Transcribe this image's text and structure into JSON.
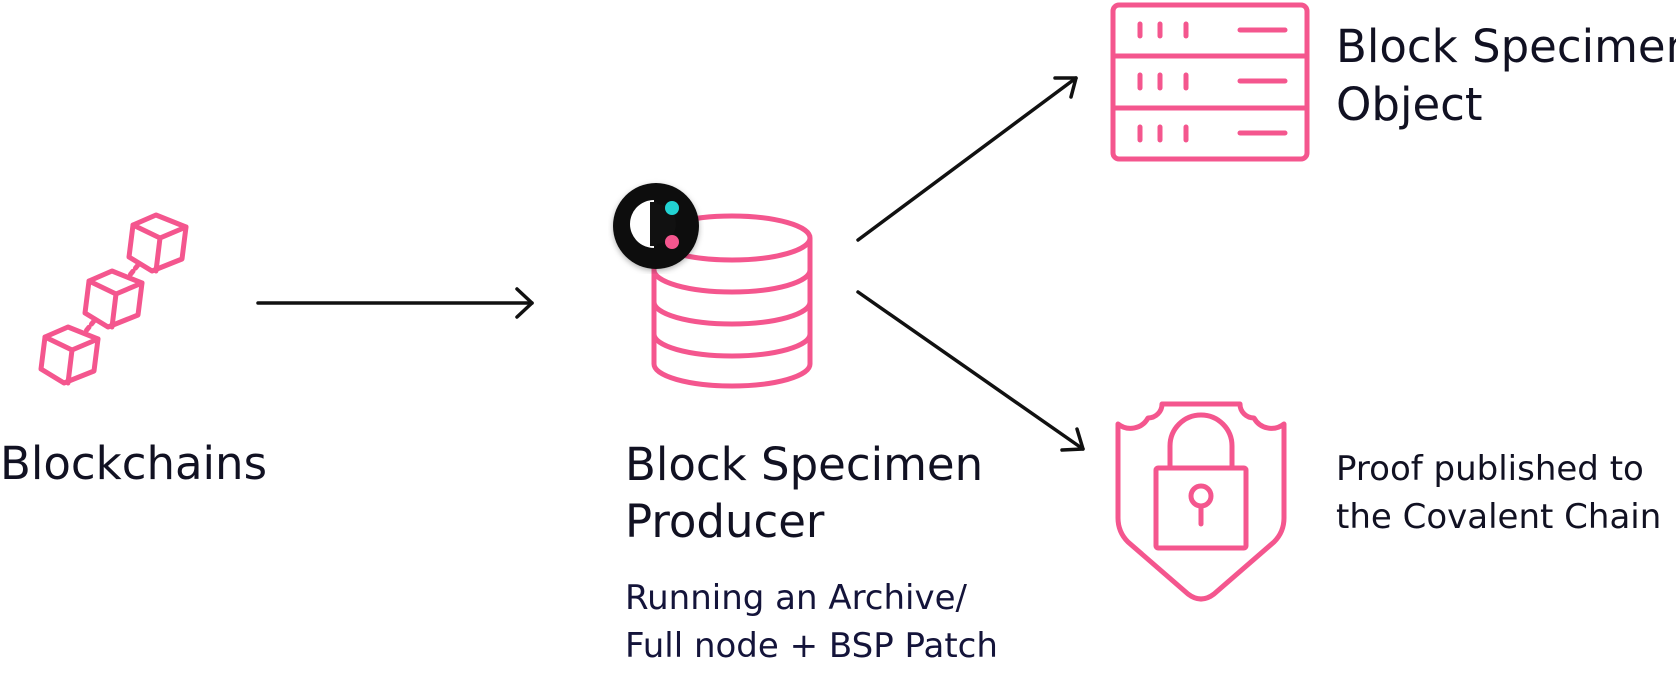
{
  "colors": {
    "accent_pink": "#f4568e",
    "arrow": "#111111",
    "text": "#111122",
    "logo_dark": "#111111",
    "logo_teal": "#22d3d3"
  },
  "nodes": {
    "blockchains": {
      "icon": "blockchain-cubes-icon",
      "label": "Blockchains"
    },
    "producer": {
      "icon": "database-icon",
      "badge_icon": "covalent-logo-icon",
      "label_line1": "Block Specimen",
      "label_line2": "Producer",
      "sub_line1": "Running an Archive/",
      "sub_line2": "Full node + BSP Patch"
    },
    "specimen_object": {
      "icon": "server-rack-icon",
      "label_line1": "Block Specimen",
      "label_line2": "Object"
    },
    "proof": {
      "icon": "shield-lock-icon",
      "label_line1": "Proof published to",
      "label_line2": "the Covalent Chain"
    }
  },
  "edges": [
    {
      "from": "blockchains",
      "to": "producer"
    },
    {
      "from": "producer",
      "to": "specimen_object"
    },
    {
      "from": "producer",
      "to": "proof"
    }
  ]
}
